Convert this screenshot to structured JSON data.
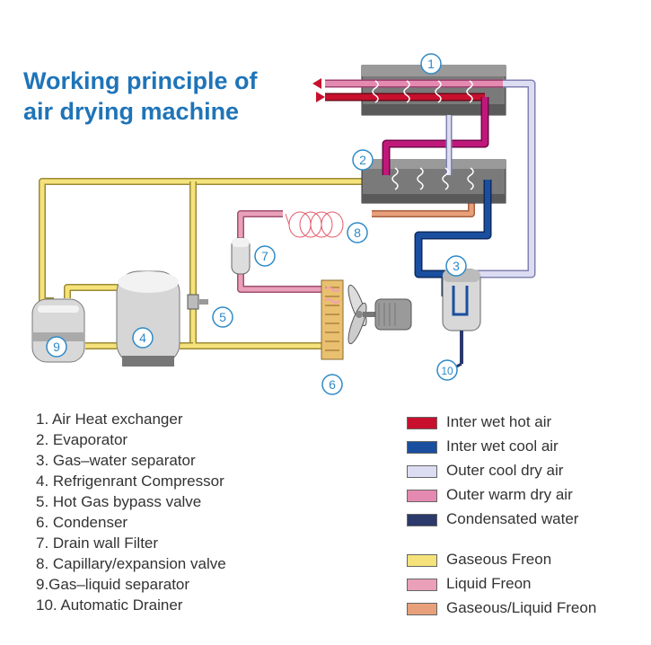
{
  "title": {
    "line1": "Working principle of",
    "line2": "air drying machine"
  },
  "numbers": {
    "n1": "1",
    "n2": "2",
    "n3": "3",
    "n4": "4",
    "n5": "5",
    "n6": "6",
    "n7": "7",
    "n8": "8",
    "n9": "9",
    "n10": "10"
  },
  "parts": [
    "1. Air Heat exchanger",
    "2. Evaporator",
    "3. Gas–water separator",
    "4. Refrigenrant Compressor",
    "5. Hot Gas bypass valve",
    "6. Condenser",
    "7. Drain wall Filter",
    "8. Capillary/expansion valve",
    "9.Gas–liquid separator",
    "10. Automatic Drainer"
  ],
  "legend_air": [
    {
      "label": "Inter wet hot air",
      "color": "#c8102e"
    },
    {
      "label": "Inter wet cool air",
      "color": "#1a4fa0"
    },
    {
      "label": "Outer cool dry air",
      "color": "#dcdcf2"
    },
    {
      "label": "Outer warm dry air",
      "color": "#e48ab0"
    },
    {
      "label": "Condensated water",
      "color": "#2b3a6b"
    }
  ],
  "legend_freon": [
    {
      "label": "Gaseous Freon",
      "color": "#f5e27a"
    },
    {
      "label": "Liquid Freon",
      "color": "#e9a0b8"
    },
    {
      "label": "Gaseous/Liquid Freon",
      "color": "#e8a07a"
    }
  ],
  "colors": {
    "accent": "#1f74b8",
    "hot_air": "#c8102e",
    "cool_air": "#1a4fa0",
    "dry_cool": "#dcdcf2",
    "warm_dry": "#e48ab0",
    "water": "#2b3a6b",
    "gas_freon": "#f5e27a",
    "liq_freon": "#e9a0b8",
    "mix_freon": "#e8a07a",
    "magenta": "#c0187a"
  }
}
